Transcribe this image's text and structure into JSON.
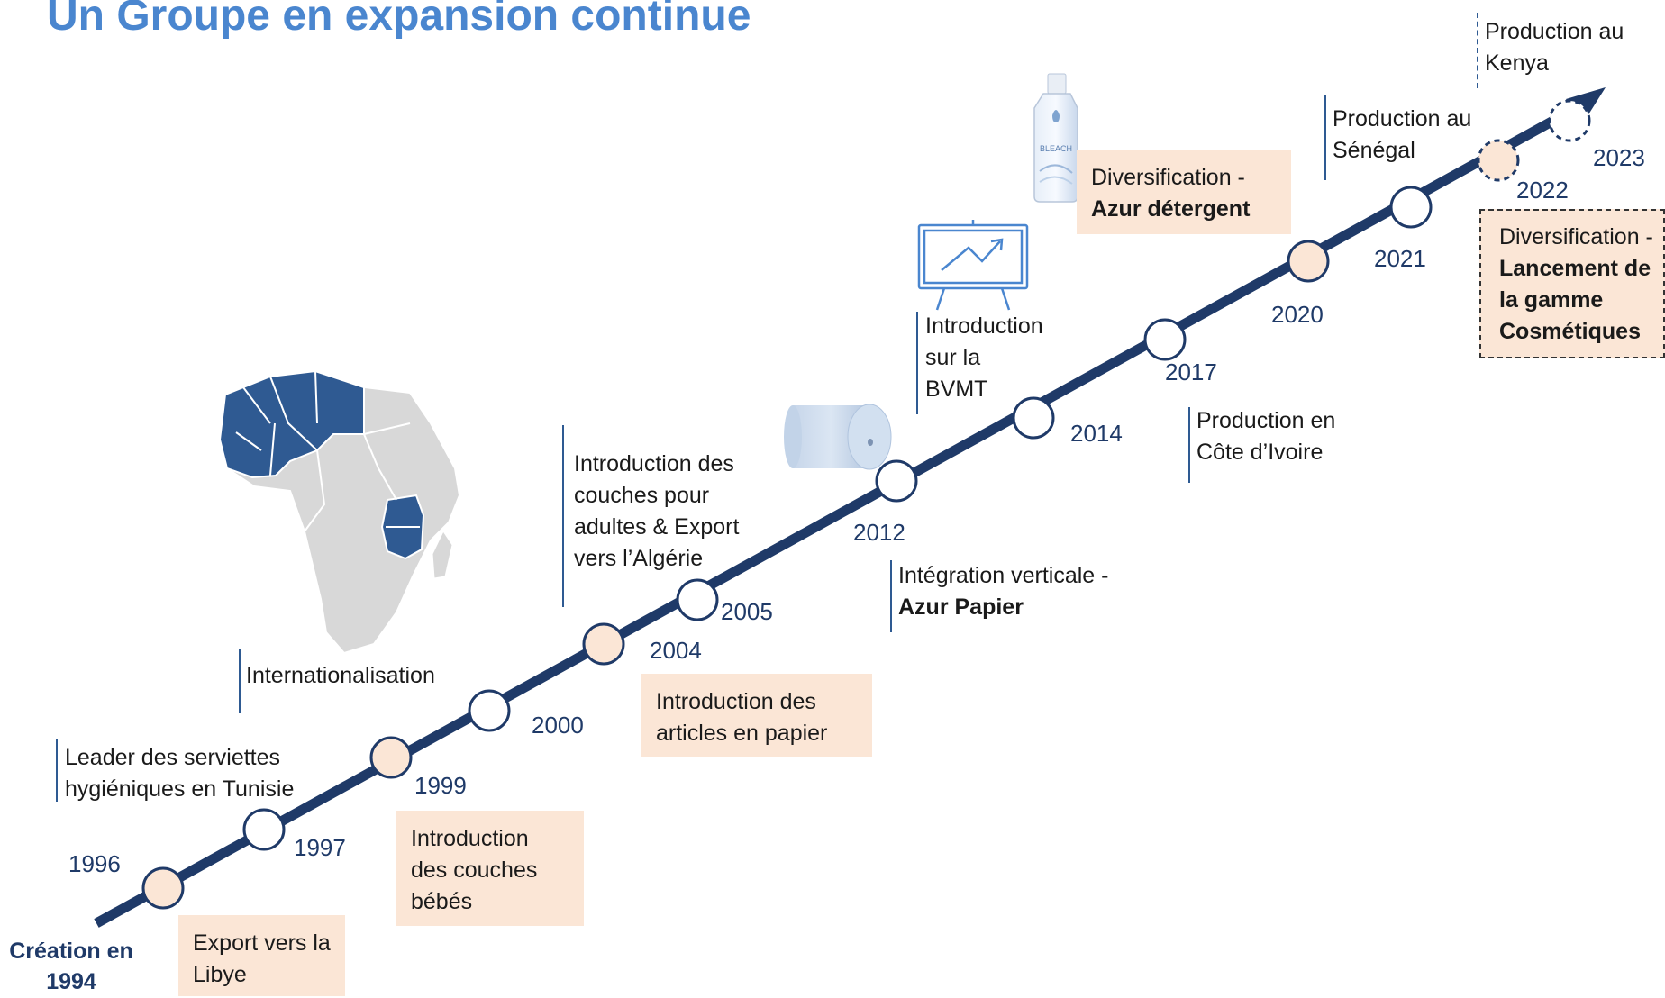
{
  "title": "Un Groupe en expansion continue",
  "start": [
    "Création en",
    "1994"
  ],
  "years": {
    "y1996": "1996",
    "y1997": "1997",
    "y1999": "1999",
    "y2000": "2000",
    "y2004": "2004",
    "y2005": "2005",
    "y2012": "2012",
    "y2014": "2014",
    "y2017": "2017",
    "y2020": "2020",
    "y2021": "2021",
    "y2022": "2022",
    "y2023": "2023"
  },
  "annotations": {
    "leader": [
      "Leader des serviettes",
      "hygiéniques en Tunisie"
    ],
    "international": [
      "Internationalisation"
    ],
    "adultes": [
      "Introduction des",
      "couches pour",
      "adultes & Export",
      "vers l’Algérie"
    ],
    "bvmt": [
      "Introduction",
      "sur la",
      "BVMT"
    ],
    "papier_vertical": [
      "Intégration verticale -",
      "Azur Papier"
    ],
    "cote_ivoire": [
      "Production en",
      "Côte d’Ivoire"
    ],
    "senegal": [
      "Production au",
      "Sénégal"
    ],
    "kenya": [
      "Production au",
      "Kenya"
    ]
  },
  "boxes": {
    "libye": [
      "Export vers la",
      "Libye"
    ],
    "bebes": [
      "Introduction",
      "des couches",
      "bébés"
    ],
    "papier": [
      "Introduction des",
      "articles en papier"
    ],
    "detergent": [
      "Diversification -",
      "Azur détergent"
    ],
    "cosmetiques": [
      "Diversification -",
      "Lancement de",
      "la gamme",
      "Cosmétiques"
    ]
  },
  "icons": {
    "map": "africa-map-icon",
    "roll": "paper-roll-icon",
    "board": "chart-board-icon",
    "bottle": "bleach-bottle-icon"
  },
  "bottle_label": "BLEACH",
  "colors": {
    "title": "#4a86cf",
    "timeline": "#1f3a68",
    "highlight": "#fbe6d6",
    "map_highlight": "#2f5a92",
    "map_base": "#d8d8d8"
  }
}
